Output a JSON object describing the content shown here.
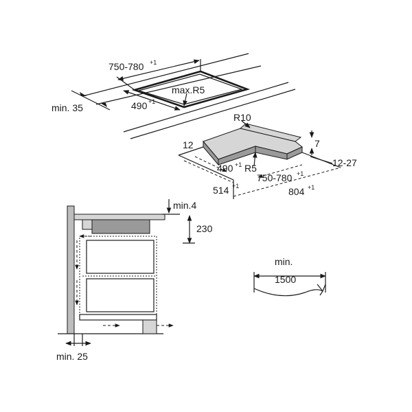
{
  "cutout": {
    "width_label": "750-780",
    "width_tol": "+1",
    "depth_label": "490",
    "depth_tol": "+1",
    "radius_label": "max.R5",
    "front_gap_label": "min. 35"
  },
  "duct": {
    "radius_outer_label": "R10",
    "radius_inner_label": "R5",
    "height_label": "7",
    "front_label": "12",
    "depth_label": "490",
    "depth_tol": "+1",
    "width_label": "750-780",
    "width_tol": "+1",
    "depth_outer_label": "514",
    "depth_outer_tol": "+1",
    "width_outer_label": "804",
    "width_outer_tol": "+1",
    "worktop_label": "12-27"
  },
  "section": {
    "top_gap_label": "min.4",
    "height_label": "230",
    "wall_gap_label": "min. 25"
  },
  "cable": {
    "label_top": "min.",
    "label_bottom": "1500"
  }
}
